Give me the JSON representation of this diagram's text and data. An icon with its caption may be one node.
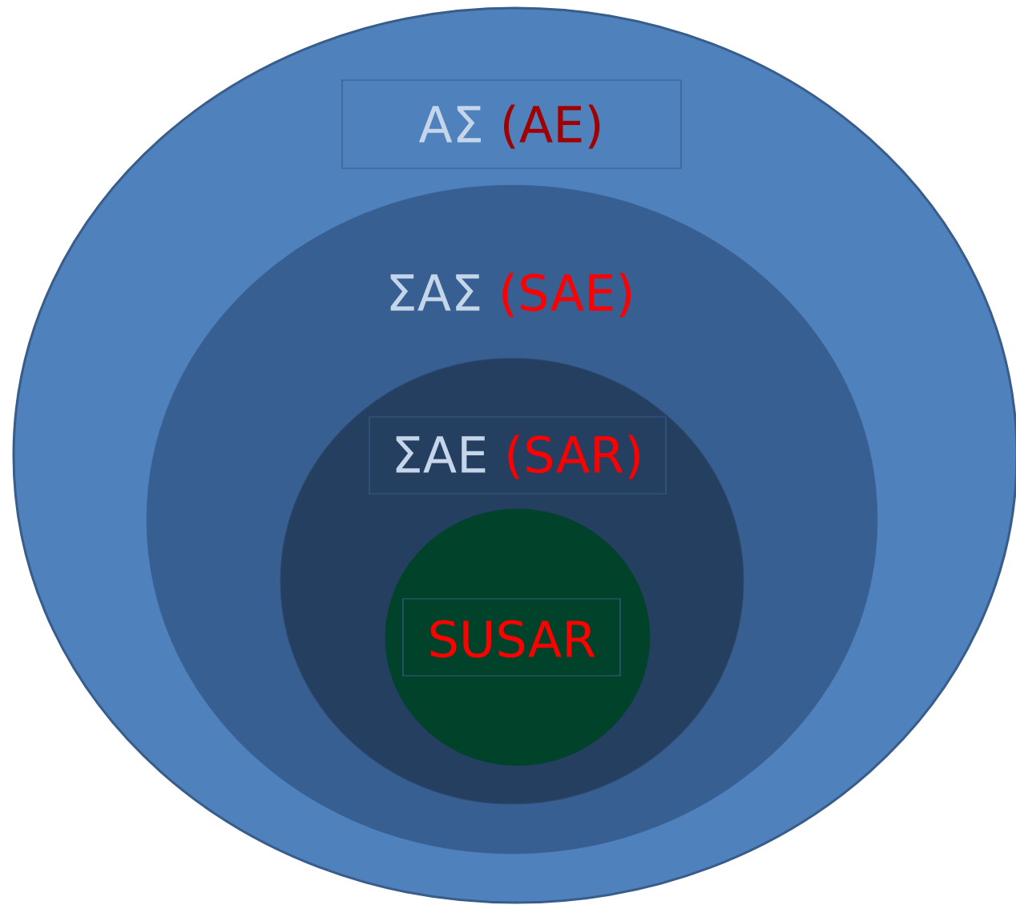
{
  "diagram": {
    "nodes": [
      {
        "text": [
          "ΑΣ",
          "(AE)"
        ]
      },
      {
        "text": [
          "ΣΑΣ",
          "(SAE)"
        ],
        "in": 0
      },
      {
        "text": [
          "ΣΑΕ",
          "(SAR)"
        ],
        "in": 1
      },
      {
        "text": [
          "SUSAR"
        ],
        "in": 2
      }
    ]
  }
}
